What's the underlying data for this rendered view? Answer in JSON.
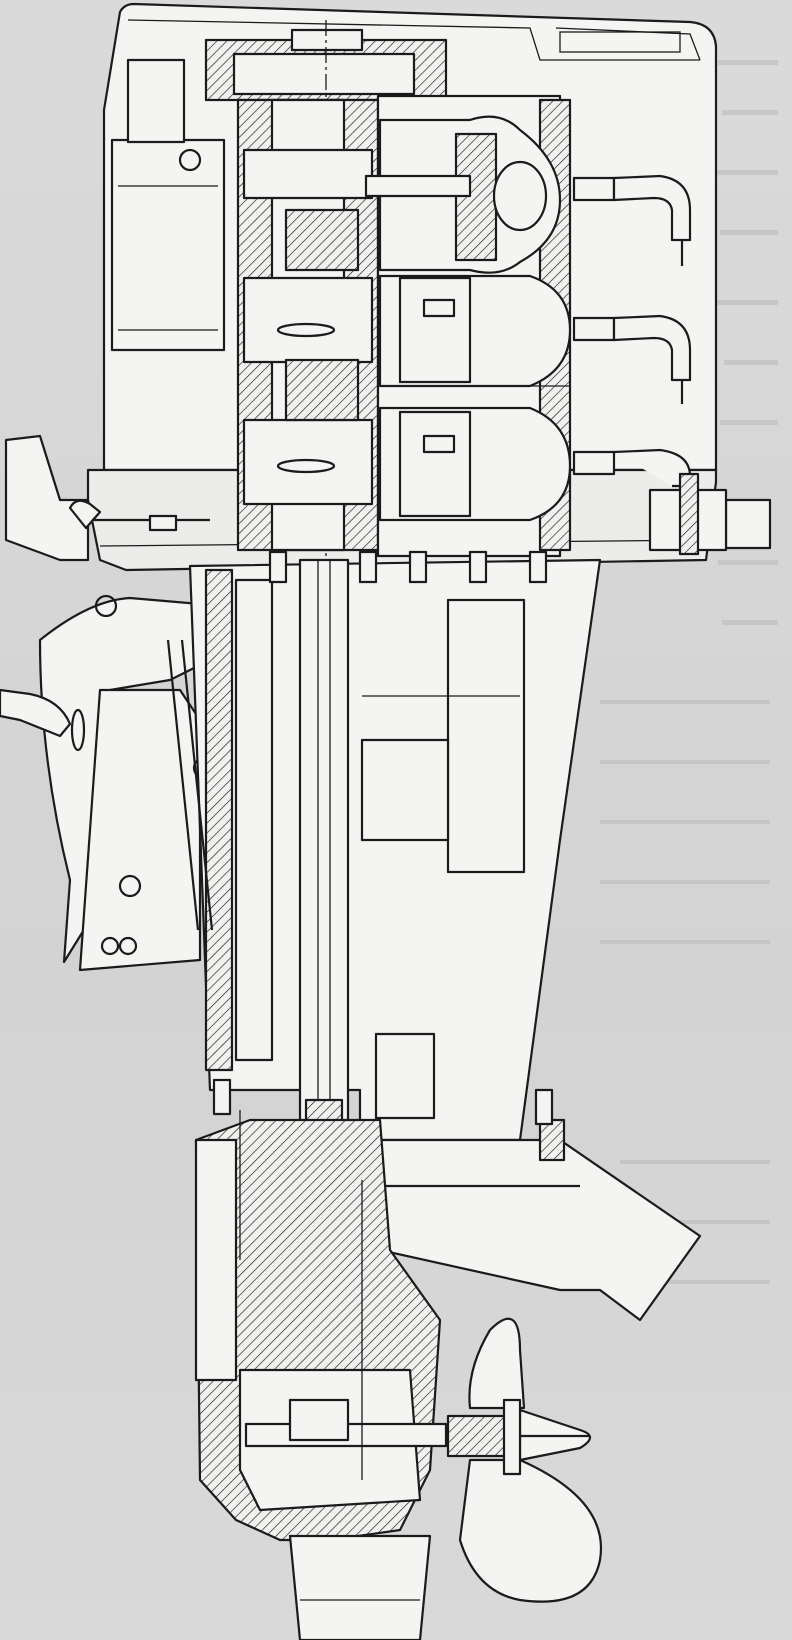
{
  "figure": {
    "components": [
      {
        "name": "engine-cover"
      },
      {
        "name": "flywheel-starter"
      },
      {
        "name": "crankshaft"
      },
      {
        "name": "cylinder-top"
      },
      {
        "name": "cylinder-middle"
      },
      {
        "name": "cylinder-bottom"
      },
      {
        "name": "spark-plug-cap-top"
      },
      {
        "name": "spark-plug-cap-middle"
      },
      {
        "name": "spark-plug-cap-bottom"
      },
      {
        "name": "tiller-handle"
      },
      {
        "name": "transom-clamp-bracket"
      },
      {
        "name": "drive-shaft"
      },
      {
        "name": "exhaust-housing"
      },
      {
        "name": "anti-cavitation-plate"
      },
      {
        "name": "gearcase"
      },
      {
        "name": "propeller"
      },
      {
        "name": "skeg"
      }
    ]
  }
}
